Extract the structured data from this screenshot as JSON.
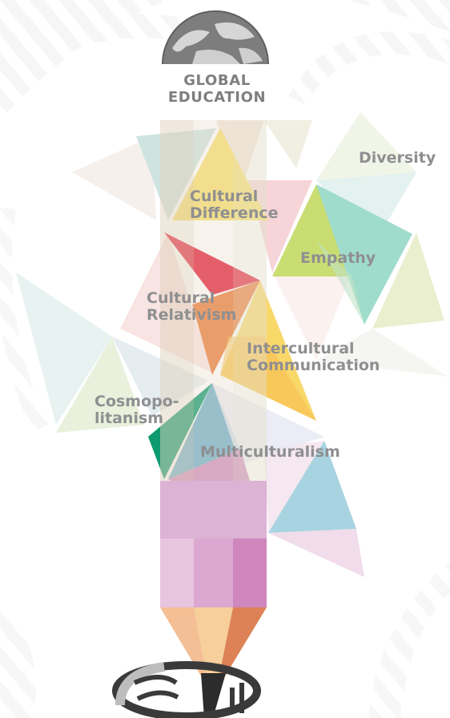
{
  "title": {
    "line1": "GLOBAL",
    "line2": "EDUCATION"
  },
  "concepts": {
    "diversity": "Diversity",
    "cultural_difference": [
      "Cultural",
      "Difference"
    ],
    "empathy": "Empathy",
    "cultural_relativism": [
      "Cultural",
      "Relativism"
    ],
    "intercultural_communication": [
      "Intercultural",
      "Communication"
    ],
    "cosmopolitanism": [
      "Cosmopo-",
      "litanism"
    ],
    "multiculturalism": "Multiculturalism"
  },
  "icons": [
    "globe-icon",
    "pencil-illustration",
    "logo-icon"
  ]
}
